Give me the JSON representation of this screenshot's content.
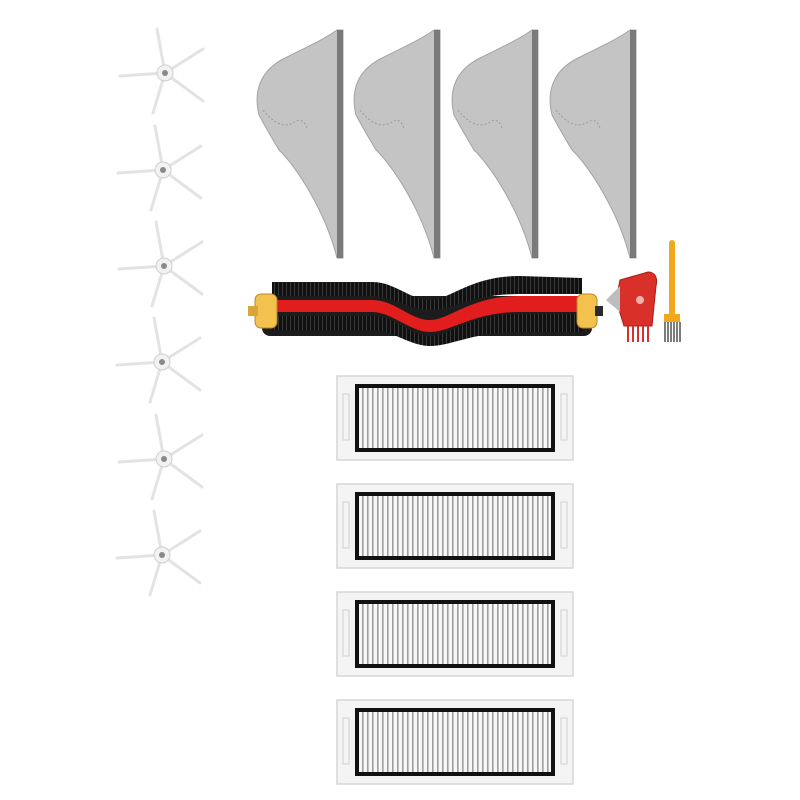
{
  "scene": {
    "background": "#ffffff",
    "items": {
      "side_brush_count": 6,
      "mop_pad_count": 4,
      "main_brush_count": 1,
      "cleaning_tool_count": 1,
      "cleaning_brush_count": 1,
      "hepa_filter_count": 4
    },
    "icons": {
      "side_brush": "side-brush-icon",
      "mop_pad": "mop-pad-icon",
      "main_brush": "roller-brush-icon",
      "cleaning_tool": "cleaning-tool-icon",
      "cleaning_brush": "cleaning-brush-icon",
      "filter": "hepa-filter-icon"
    },
    "colors": {
      "side_brush": "#e9e9e9",
      "mop_pad": "#bdbdbd",
      "mop_edge": "#7a7a7a",
      "brush_red": "#e11d1d",
      "brush_bristle": "#1a1a1a",
      "brush_cap": "#f2c14e",
      "tool_red": "#d9302a",
      "cleaning_brush_handle": "#f2a81c",
      "filter_frame": "#f4f4f4",
      "filter_border": "#111111",
      "filter_pleat": "#a8a8a8"
    }
  }
}
